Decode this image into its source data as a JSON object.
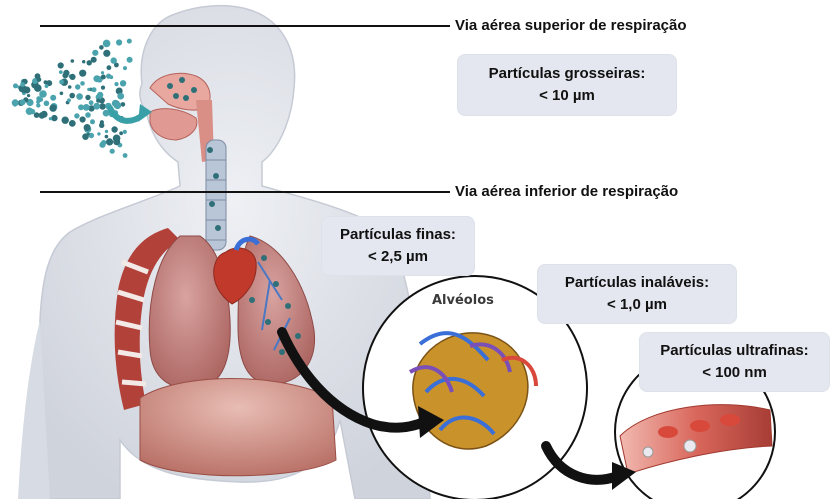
{
  "airways": {
    "upper": "Via aérea superior de respiração",
    "lower": "Via aérea inferior de respiração"
  },
  "particles": [
    {
      "name": "Partículas grosseiras:",
      "size": "< 10 µm"
    },
    {
      "name": "Partículas finas:",
      "size": "< 2,5 µm"
    },
    {
      "name": "Partículas inaláveis:",
      "size": "< 1,0 µm"
    },
    {
      "name": "Partículas ultrafinas:",
      "size": "< 100 nm"
    }
  ],
  "alveoli_label": "Alvéolos",
  "colors": {
    "box_bg": "#e4e7ef",
    "lung": "#c98a86",
    "rib": "#b2413a",
    "vessel": "#3b6fd8",
    "alveoli": "#c9922b",
    "blood_cell": "#d9493b"
  },
  "icons": [
    "particle-cloud",
    "nose-arrow",
    "human-torso",
    "lungs",
    "trachea",
    "heart",
    "alveoli-circle",
    "blood-vessel-circle",
    "curved-arrow"
  ]
}
